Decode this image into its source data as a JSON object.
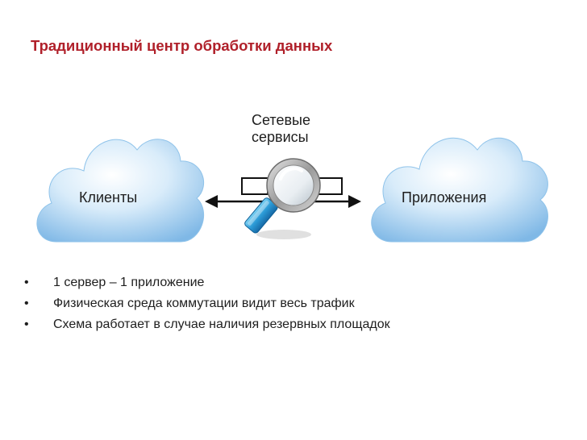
{
  "title": "Традиционный центр обработки данных",
  "diagram": {
    "left_cloud_label": "Клиенты",
    "right_cloud_label": "Приложения",
    "center_label_line1": "Сетевые",
    "center_label_line2": "сервисы",
    "icons": [
      "cloud-icon",
      "magnifier-icon",
      "double-arrow-icon"
    ]
  },
  "bullets": [
    "1 сервер – 1 приложение",
    "Физическая среда коммутации видит весь трафик",
    "Схема работает в случае наличия резервных площадок"
  ],
  "colors": {
    "title": "#b0202a",
    "cloud": "#aed6f2",
    "text": "#1e1e1e"
  }
}
